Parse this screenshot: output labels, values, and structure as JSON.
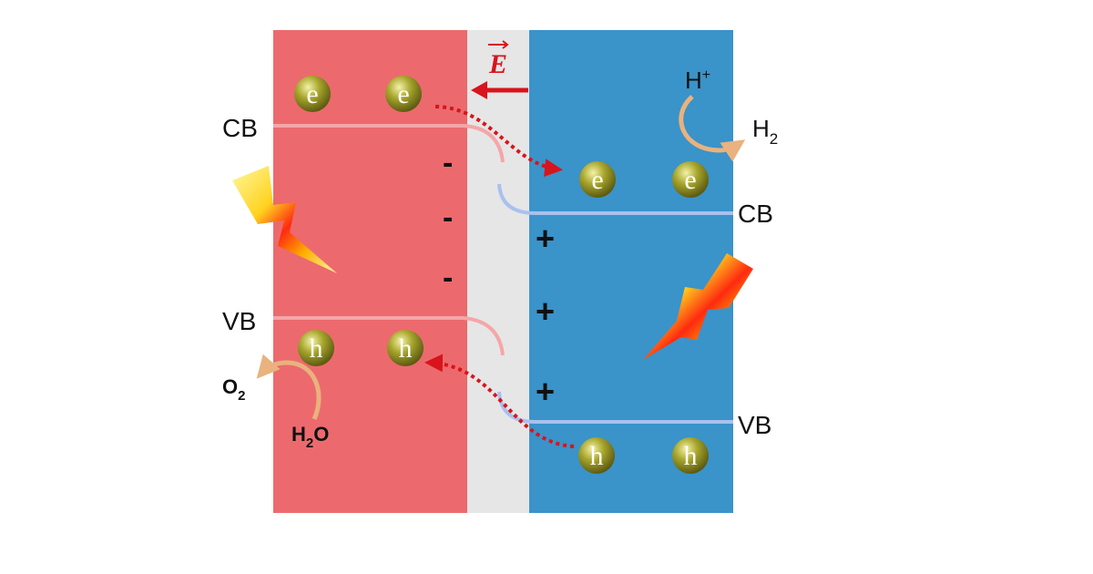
{
  "diagram": {
    "colors": {
      "left_semiconductor": "#ec6a6d",
      "interface": "#e6e6e6",
      "right_semiconductor": "#3a93c9",
      "left_band_line": "#f5a6a8",
      "right_band_line": "#a9c1ee",
      "charge_transfer_arrow": "#d8141c",
      "reaction_arrow": "#e9b27e",
      "carrier_ball": "#8a8a1c"
    },
    "field": {
      "symbol": "E"
    },
    "left": {
      "cb_label": "CB",
      "vb_label": "VB",
      "electrons": [
        "e",
        "e"
      ],
      "holes": [
        "h",
        "h"
      ],
      "interface_charges": [
        "-",
        "-",
        "-"
      ],
      "reaction": {
        "product": "O",
        "product_sub": "2",
        "reactant": "H",
        "reactant_sub": "2",
        "reactant_tail": "O"
      }
    },
    "right": {
      "cb_label": "CB",
      "vb_label": "VB",
      "electrons": [
        "e",
        "e"
      ],
      "holes": [
        "h",
        "h"
      ],
      "interface_charges": [
        "+",
        "+",
        "+"
      ],
      "reaction": {
        "reactant": "H",
        "reactant_sup": "+",
        "product": "H",
        "product_sub": "2"
      }
    },
    "icons": [
      "lightning-bolt-icon",
      "lightning-bolt-icon"
    ]
  }
}
